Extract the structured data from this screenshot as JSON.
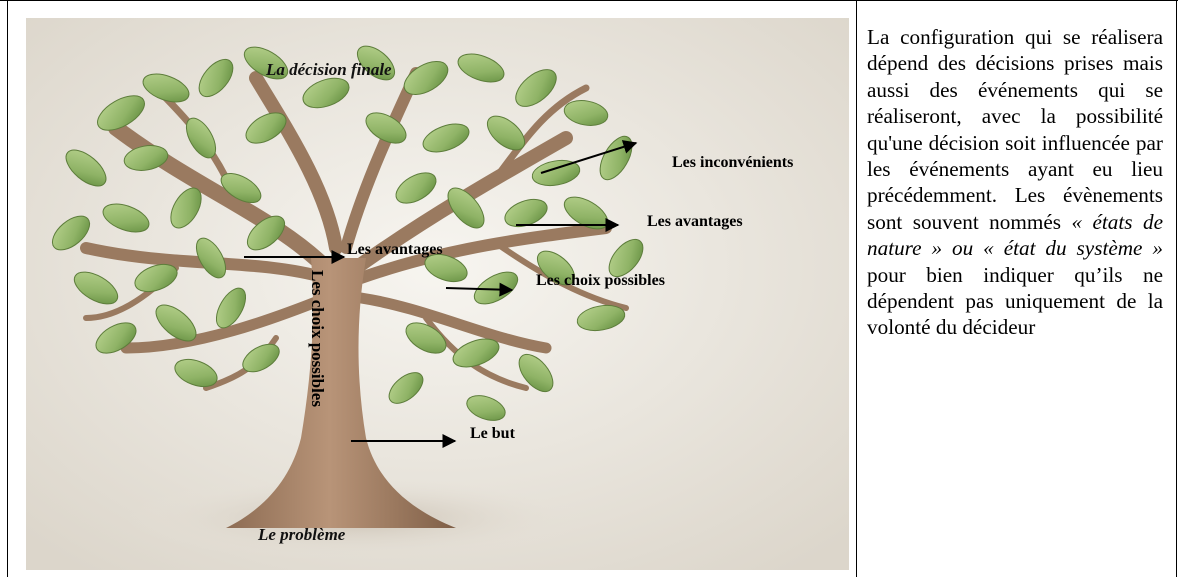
{
  "diagram": {
    "labels": {
      "final_decision": "La décision finale",
      "problem": "Le problème",
      "trunk": "Les choix possibles",
      "inconvenients": "Les inconvénients",
      "avantages_inner": "Les avantages",
      "avantages_outer": "Les avantages",
      "choix_possibles": "Les choix possibles",
      "but": "Le but"
    },
    "colors": {
      "background": "#eeeae2",
      "trunk": "#a9856a",
      "trunk_shadow": "#8a6a52",
      "leaf": "#8fb366",
      "leaf_dark": "#5d7d3b",
      "ground": "#d8d0c4"
    }
  },
  "paragraph": {
    "part1": "La configuration qui se réalisera dépend des décisions prises mais aussi des événements qui se réaliseront, avec la possibilité qu'une décision soit influencée par les événements ayant eu lieu précédemment. Les évènements sont souvent nommés ",
    "italic": "« états de nature » ou « état du système »",
    "part2": " pour bien indiquer qu’ils ne dépendent pas uniquement de la volonté du décideur"
  }
}
